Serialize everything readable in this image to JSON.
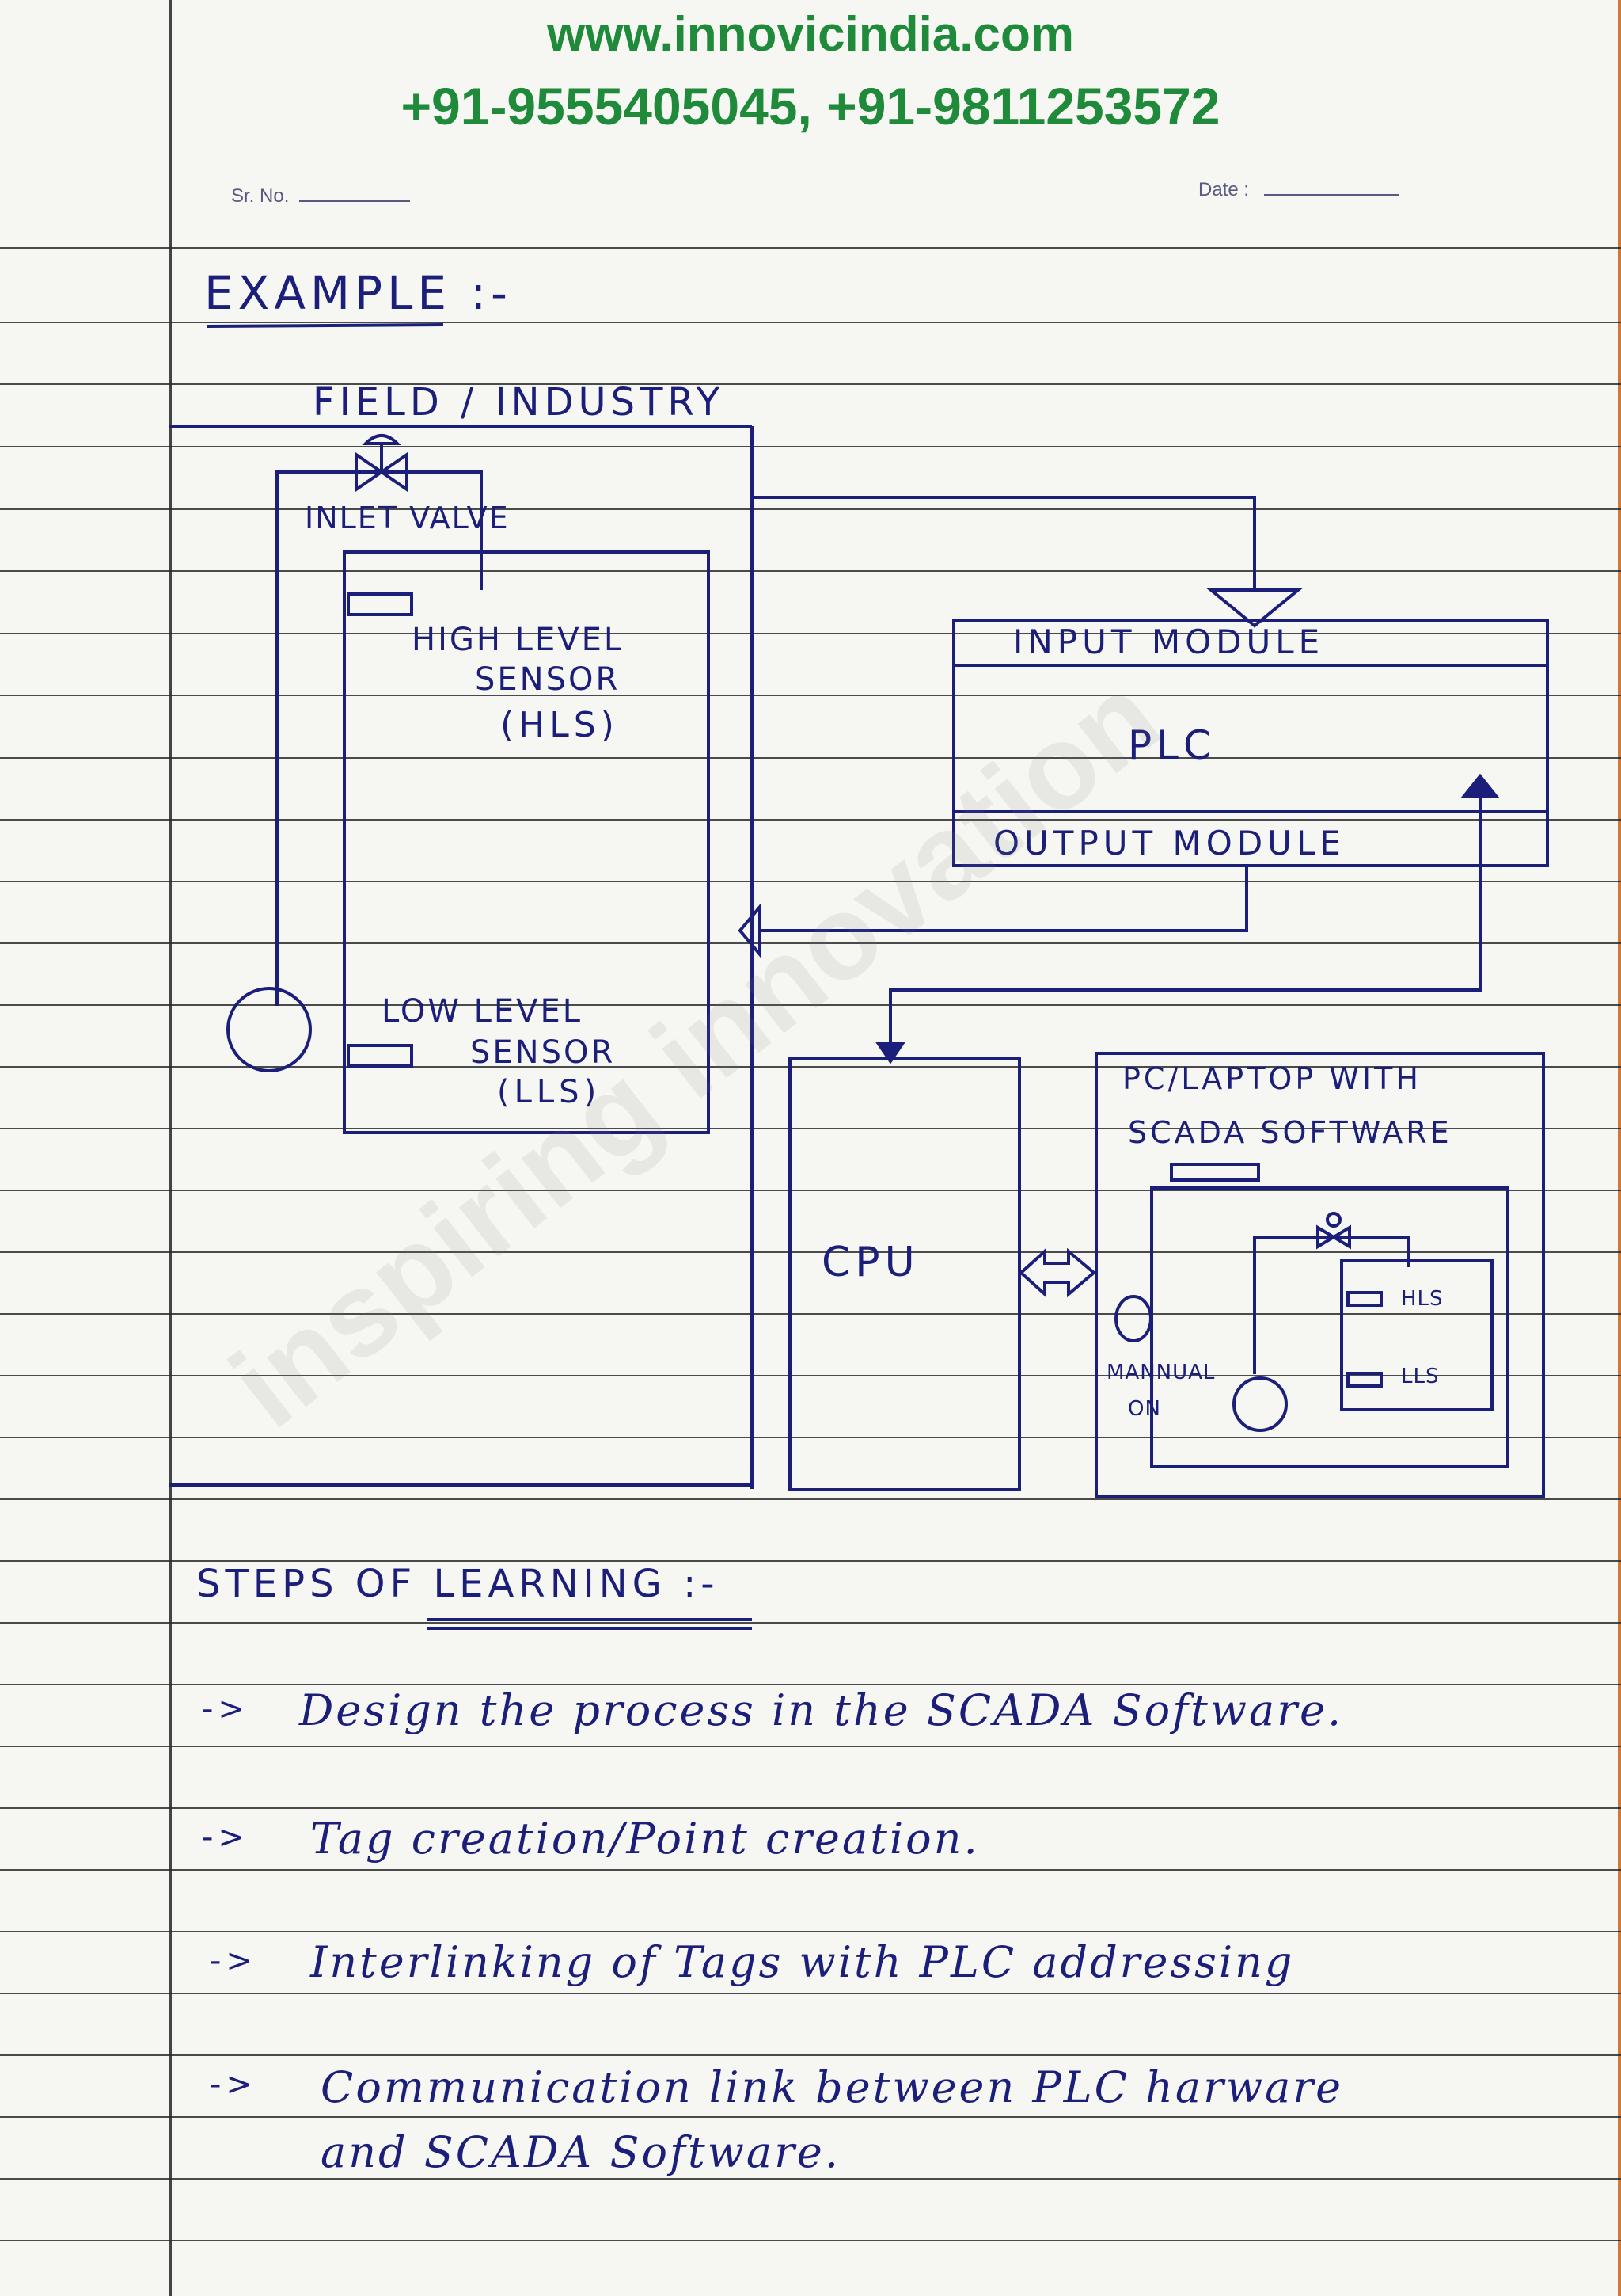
{
  "header": {
    "website": "www.innovicindia.com",
    "phones": "+91-9555405045, +91-9811253572"
  },
  "notebook": {
    "sr_no_label": "Sr. No.",
    "date_label": "Date :"
  },
  "example": {
    "title": "EXAMPLE :-",
    "field_label": "FIELD / INDUSTRY",
    "inlet_valve": "INLET VALVE",
    "hls_line1": "HIGH LEVEL",
    "hls_line2": "SENSOR",
    "hls_line3": "(HLS)",
    "lls_line1": "LOW LEVEL",
    "lls_line2": "SENSOR",
    "lls_line3": "(LLS)",
    "input_module": "INPUT MODULE",
    "plc": "PLC",
    "output_module": "OUTPUT MODULE",
    "cpu": "CPU",
    "pc_line1": "PC/LAPTOP WITH",
    "pc_line2": "SCADA SOFTWARE",
    "mini_hls": "HLS",
    "mini_lls": "LLS",
    "manual_on_line1": "MANNUAL",
    "manual_on_line2": "ON"
  },
  "steps": {
    "title": "STEPS OF LEARNING :-",
    "items": [
      {
        "arrow": "->",
        "text": "Design the process in the SCADA Software."
      },
      {
        "arrow": "->",
        "text": "Tag creation/Point creation."
      },
      {
        "arrow": "->",
        "text": "Interlinking of Tags with PLC addressing"
      },
      {
        "arrow": "->",
        "text": "Communication link between PLC harware"
      },
      {
        "arrow": "",
        "text": "and SCADA Software."
      }
    ]
  },
  "watermark": "inspiring innovation",
  "colors": {
    "header_green": "#1f8a3a",
    "ink_blue": "#1c1f7a",
    "paper": "#f6f6f3"
  }
}
